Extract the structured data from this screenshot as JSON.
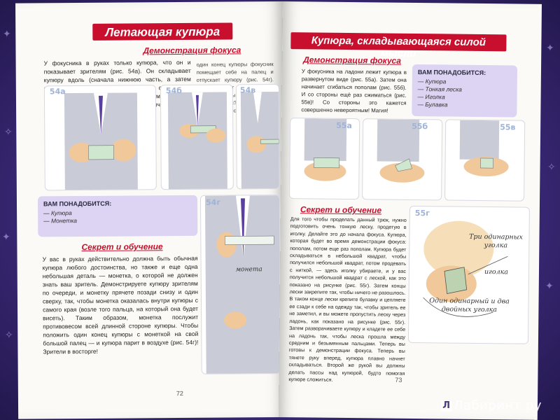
{
  "left_page": {
    "title": "Летающая купюра",
    "demo_heading": "Демонстрация фокуса",
    "demo_text_col1": "У фокусника в руках только купюра, что он и показывает зрителям (рис. 54а). Он складывает купюру вдоль (сначала нижнюю часть, а затем верхнюю) (рис. 54б). Далее маг 2 раза складывает купюру вдоль (рис. 54в). Снова демонстрирует купюру зрителям, чтобы увидели, что ничего другого у него в руках нет. Потом",
    "demo_text_col2": "один конец купюры фокусник помещает себе на палец и отпускает купюру (рис. 54г). Купюра парит в воздухе с одной стороны. И ещё? Это закон физики? Давайте во всём разберёмся!",
    "panels": [
      "54а",
      "54б",
      "54в",
      "54г"
    ],
    "needs_heading": "ВАМ ПОНАДОБИТСЯ:",
    "needs_items": [
      "— Купюра",
      "— Монетка"
    ],
    "secret_heading": "Секрет и обучение",
    "secret_text": "У вас в руках действительно должна быть обычная купюра любого достоинства, но также и еще одна небольшая деталь — монетка, о которой не должен знать ваш зритель. Демонстрируете купюру зрителям по очереди, и монетку прячете позади снизу и один сверху, так, чтобы монетка оказалась внутри купюры с самого края (возле того пальца, на который она будет висеть). Таким образом, монетка послужит противовесом всей длинной стороне купюры. Чтобы положить один конец купюры с монеткой на свой большой палец — и купюра парит в воздухе (рис. 54г)! Зрители в восторге!",
    "coin_label": "монета",
    "page_number": "72"
  },
  "right_page": {
    "title": "Купюра, складывающаяся силой мысли",
    "demo_heading": "Демонстрация фокуса",
    "demo_text": "У фокусника на ладони лежит купюра в развернутом виде (рис. 55а). Затем она начинает сгибаться пополам (рис. 55б). И со стороны ещё раз сжиматься (рис. 55в)! Со стороны это кажется совершенно невероятным! Магия!",
    "needs_heading": "ВАМ ПОНАДОБИТСЯ:",
    "needs_items": [
      "— Купюра",
      "— Тонкая леска",
      "— Иголка",
      "— Булавка"
    ],
    "panels": [
      "55а",
      "55б",
      "55в",
      "55г"
    ],
    "secret_heading": "Секрет и обучение",
    "secret_text": "Для того чтобы проделать данный трюк, нужно подготовить очень тонкую леску, продетую в иголку. Делайте это до начала фокуса. Купюра, которая будет во время демонстрации фокуса: пополам, потом еще раз пополам. Купюра будет складываться в небольшой квадрат, чтобы получился небольшой квадрат, потом продевать с ниткой, — здесь иголку убираете, и у вас получится небольшой квадрат с леской, как это показано на рисунке (рис. 55г). Затем концы лески закрепите так, чтобы ничего не разошлось. В таком конце лески крепите булавку и цепляете ее сзади к себе на одежду так, чтобы зритель ее не заметил, и вы можете пропустить леску через ладонь, как показано на рисунке (рис. 55г). Затем разворачиваете купюру и кладете ее себе на ладонь так, чтобы леска прошла между средним и безымянным пальцами. Теперь вы готовы к демонстрации фокуса. Теперь вы тянете руку вперед, купюра плавно начнет складываться. Второй же рукой вы должны делать пассы над купюрой, будто помогая купюре сложиться.",
    "label_three_corners": "Три одинарных уголка",
    "label_needle": "иголка",
    "label_one_two": "Один одинарный и два двойных уголка",
    "page_number": "73"
  },
  "watermark": "Лабиринт.ру",
  "colors": {
    "title_red": "#c8102e",
    "lavender_box": "#ddd3f2",
    "cover_purple": "#3a2877",
    "panel_label_blue": "#9fb3d8"
  }
}
